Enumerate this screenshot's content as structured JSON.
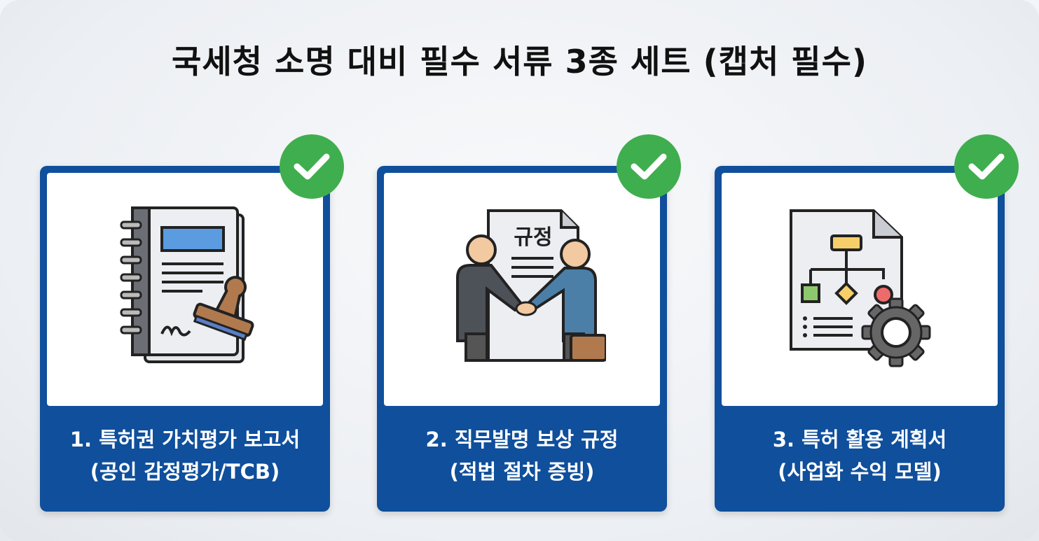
{
  "title": "국세청 소명 대비 필수 서류 3종 세트 (캡처 필수)",
  "cards": [
    {
      "line1": "1. 특허권 가치평가 보고서",
      "line2": "(공인 감정평가/TCB)",
      "icon": "report-with-stamp-icon"
    },
    {
      "line1": "2. 직무발명 보상 규정",
      "line2": "(적법 절차 증빙)",
      "icon": "handshake-document-icon",
      "doc_label": "규정"
    },
    {
      "line1": "3. 특허 활용 계획서",
      "line2": "(사업화 수익 모델)",
      "icon": "flowchart-gear-document-icon"
    }
  ],
  "colors": {
    "card_blue": "#0f4f9c",
    "check_green": "#3fae4e"
  }
}
